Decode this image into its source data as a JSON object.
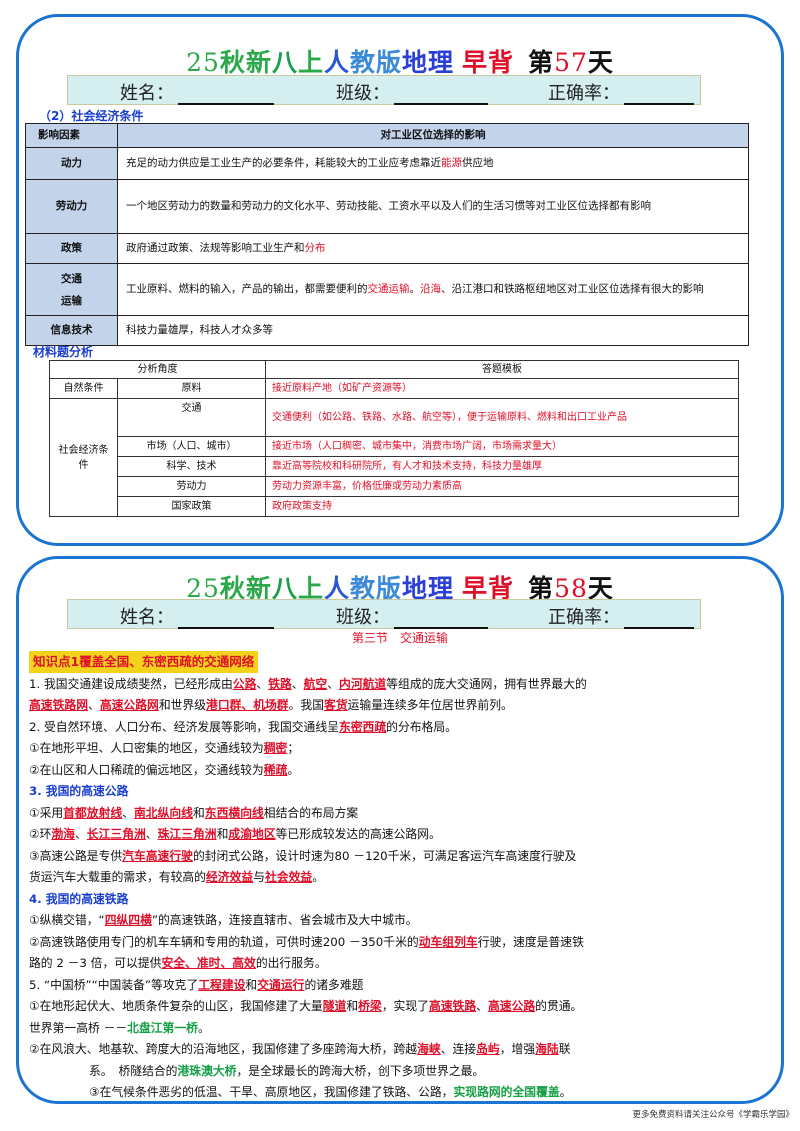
{
  "card1": {
    "title": {
      "num": "25",
      "qiu": "秋",
      "xin": "新",
      "ba": "八",
      "shang": "上",
      "ren": "人",
      "jiao": "教版",
      "geo": "地理",
      "zao": "早背",
      "di": "第",
      "day": "57",
      "tian": "天"
    },
    "namebar": {
      "name": "姓名：",
      "class": "班级：",
      "rate": "正确率："
    },
    "section": "（2）社会经济条件",
    "table1": {
      "header": [
        "影响因素",
        "对工业区位选择的影响"
      ],
      "rows": [
        {
          "factor": "动力",
          "pre": "充足的动力供应是工业生产的必要条件，耗能较大的工业应考虑靠近",
          "red": "能源",
          "post": "供应地"
        },
        {
          "factor": "劳动力",
          "pre": "一个地区劳动力的数量和劳动力的文化水平、劳动技能、工资水平以及人们的生活习惯等对工业区位选择都有影响",
          "red": "",
          "post": ""
        },
        {
          "factor": "政策",
          "pre": "政府通过政策、法规等影响工业生产和",
          "red": "分布",
          "post": ""
        },
        {
          "factor": "交通运输",
          "pre": "工业原料、燃料的输入，产品的输出，都需要便利的",
          "red": "交通运输",
          "mid": "。",
          "red2": "沿海",
          "post": "、沿江港口和铁路枢纽地区对工业区位选择有很大的影响"
        },
        {
          "factor": "信息技术",
          "pre": "科技力量雄厚，科技人才众多等",
          "red": "",
          "post": ""
        }
      ]
    },
    "section2": "材料题分析",
    "table2": {
      "header": [
        "分析角度",
        "答题模板"
      ],
      "natural": "自然条件",
      "social": "社会经济条件",
      "rows": [
        {
          "angle": "原料",
          "answer": "接近原料产地（如矿产资源等）"
        },
        {
          "angle": "交通",
          "answer": "交通便利（如公路、铁路、水路、航空等），便于运输原料、燃料和出口工业产品"
        },
        {
          "angle": "市场（人口、城市）",
          "answer": "接近市场（人口稠密、城市集中，消费市场广阔，市场需求量大）"
        },
        {
          "angle": "科学、技术",
          "answer": "靠近高等院校和科研院所，有人才和技术支持，科技力量雄厚"
        },
        {
          "angle": "劳动力",
          "answer": "劳动力资源丰富，价格低廉或劳动力素质高"
        },
        {
          "angle": "国家政策",
          "answer": "政府政策支持"
        }
      ]
    }
  },
  "card2": {
    "title": {
      "num": "25",
      "qiu": "秋",
      "xin": "新",
      "ba": "八",
      "shang": "上",
      "ren": "人",
      "jiao": "教版",
      "geo": "地理",
      "zao": "早背",
      "di": "第",
      "day": "58",
      "tian": "天"
    },
    "namebar": {
      "name": "姓名：",
      "class": "班级：",
      "rate": "正确率："
    },
    "sec3": "第三节　交通运输",
    "kp": "知识点1覆盖全国、东密西疏的交通网络",
    "l1": {
      "a": "1. 我国交通建设成绩斐然，已经形成由",
      "b": "公路",
      "c": "、",
      "d": "铁路",
      "e": "、",
      "f": "航空",
      "g": "、",
      "h": "内河航道",
      "i": "等组成的庞大交通网，拥有世界最大的"
    },
    "l2": {
      "a": "高速铁路网",
      "b": "、",
      "c": "高速公路网",
      "d": "和世界级",
      "e": "港口群、机场群",
      "f": "。我国",
      "g": "客货",
      "h": "运输量连续多年位居世界前列。"
    },
    "l3": {
      "a": "2. 受自然环境、人口分布、经济发展等影响，我国交通线呈",
      "b": "东密西疏",
      "c": "的分布格局。"
    },
    "l4": {
      "a": "①在地形平坦、人口密集的地区，交通线较为",
      "b": "稠密",
      "c": "；"
    },
    "l5": {
      "a": "②在山区和人口稀疏的偏远地区，交通线较为",
      "b": "稀疏",
      "c": "。"
    },
    "l6": "3. 我国的高速公路",
    "l7": {
      "a": "①采用",
      "b": "首都放射线",
      "c": "、",
      "d": "南北纵向线",
      "e": "和",
      "f": "东西横向线",
      "g": "相结合的布局方案"
    },
    "l8": {
      "a": "②环",
      "b": "渤海",
      "c": "、",
      "d": "长江三角洲",
      "e": "、",
      "f": "珠江三角洲",
      "g": "和",
      "h": "成渝地区",
      "i": "等已形成较发达的高速公路网。"
    },
    "l9": {
      "a": "③高速公路是专供",
      "b": "汽车高速行驶",
      "c": "的封闭式公路，设计时速为80 －120千米，可满足客运汽车高速度行驶及"
    },
    "l10": {
      "a": "货运汽车大载重的需求，有较高的",
      "b": "经济效益",
      "c": "与",
      "d": "社会效益",
      "e": "。"
    },
    "l11": "4. 我国的高速铁路",
    "l12": {
      "a": "①纵横交错，“",
      "b": "四纵四横",
      "c": "”的高速铁路，连接直辖市、省会城市及大中城市。"
    },
    "l13": {
      "a": "②高速铁路使用专门的机车车辆和专用的轨道，可供时速200 －350千米的",
      "b": "动车组列车",
      "c": "行驶，速度是普速铁"
    },
    "l14": {
      "a": "路的 2 －3 倍，可以提供",
      "b": "安全、准时、高效",
      "c": "的出行服务。"
    },
    "l15": {
      "a": "5. “中国桥”“中国装备”等攻克了",
      "b": "工程建设",
      "c": "和",
      "d": "交通运行",
      "e": "的诸多难题"
    },
    "l16": {
      "a": "①在地形起伏大、地质条件复杂的山区，我国修建了大量",
      "b": "隧道",
      "c": "和",
      "d": "桥梁",
      "e": "，实现了",
      "f": "高速铁路",
      "g": "、",
      "h": "高速公路",
      "i": "的贯通。"
    },
    "l17": {
      "a": "世界第一高桥 －－",
      "b": "北盘江第一桥",
      "c": "。"
    },
    "l18": {
      "a": "②在风浪大、地基软、跨度大的沿海地区，我国修建了多座跨海大桥，跨越",
      "b": "海峡",
      "c": "、连接",
      "d": "岛屿",
      "e": "，增强",
      "f": "海陆",
      "g": "联"
    },
    "l19": {
      "a": "系。　桥隧结合的",
      "b": "港珠澳大桥",
      "c": "，是全球最长的跨海大桥，创下多项世界之最。"
    },
    "l20": {
      "a": "③在气候条件恶劣的低温、干旱、高原地区，我国修建了铁路、公路，",
      "b": "实现路网的全国覆盖",
      "c": "。"
    }
  },
  "footer": "更多免费资料请关注公众号《学霸乐学园》"
}
